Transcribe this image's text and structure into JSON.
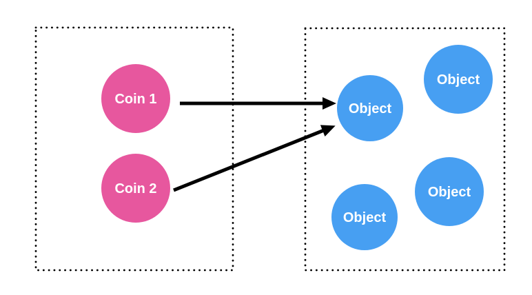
{
  "colors": {
    "background": "#ffffff",
    "coin_fill": "#e7579e",
    "object_fill": "#479ff2",
    "label_text": "#ffffff",
    "arrow": "#000000",
    "box_border": "#000000"
  },
  "left_group": {
    "nodes": [
      {
        "id": "coin1",
        "label": "Coin 1"
      },
      {
        "id": "coin2",
        "label": "Coin 2"
      }
    ]
  },
  "right_group": {
    "nodes": [
      {
        "id": "object-mid-left",
        "label": "Object"
      },
      {
        "id": "object-top-right",
        "label": "Object"
      },
      {
        "id": "object-bottom-left",
        "label": "Object"
      },
      {
        "id": "object-bottom-right",
        "label": "Object"
      }
    ]
  },
  "edges": [
    {
      "from": "coin1",
      "to": "object-mid-left"
    },
    {
      "from": "coin2",
      "to": "object-mid-left"
    }
  ]
}
